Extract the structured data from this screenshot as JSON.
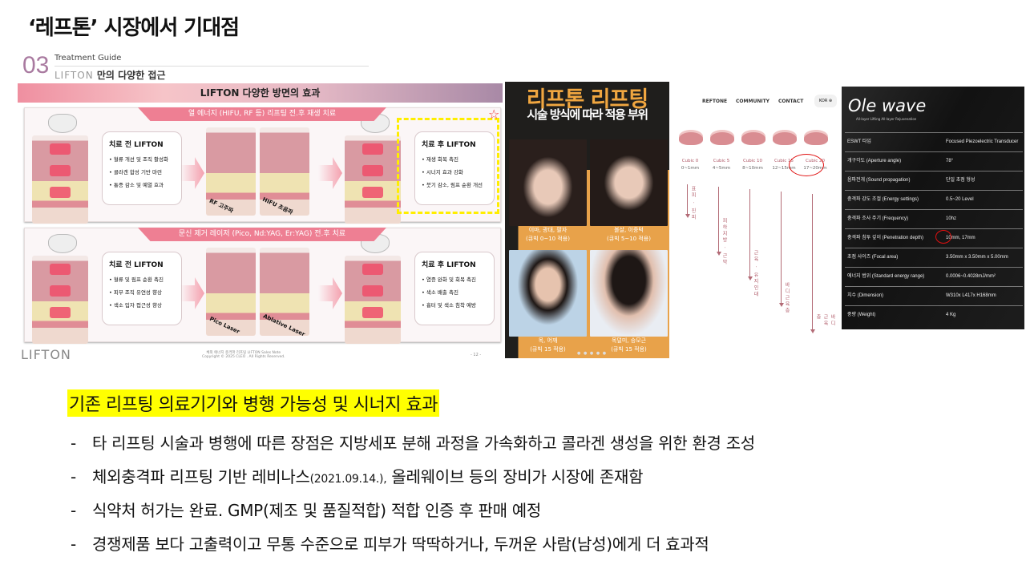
{
  "title": "‘레프톤’ 시장에서 기대점",
  "slide": {
    "num": "03",
    "guide": "Treatment Guide",
    "logo": "LIFTON",
    "subtitle": " 만의 다양한 접근",
    "banner": "LIFTON 다양한 방면의 효과",
    "panel1": {
      "tag": "열 에너지 (HIFU, RF 등) 리프팅 전.후 재생 치료",
      "before_title": "치료 전 LIFTON",
      "before_items": [
        "혈류 개선 및 조직 활성화",
        "콜라겐 합성 기반 마련",
        "통증 감소 및 예열 효과"
      ],
      "label1": "RF 고주파",
      "label2": "HIFU 초음파",
      "after_title": "치료 후 LIFTON",
      "after_items": [
        "재생 회복 촉진",
        "시너지 효과 강화",
        "붓기 감소, 림프 순환 개선"
      ]
    },
    "panel2": {
      "tag": "문신 제거 레이저 (Pico, Nd:YAG, Er:YAG) 전.후 치료",
      "before_title": "치료 전 LIFTON",
      "before_items": [
        "혈류 및 림프 순환 촉진",
        "피부 조직 유연성 향상",
        "색소 입자 접근성 향상"
      ],
      "label1": "Pico Laser",
      "label2": "Ablative Laser",
      "after_title": "치료 후 LIFTON",
      "after_items": [
        "염증 완화 및 회복 촉진",
        "색소 배출 촉진",
        "흉터 및 색소 침착 예방"
      ]
    },
    "footer_logo": "LIFTON",
    "footer_text": "체외 에너지 충격파 리프팅 LIFTON Sales Note\nCopyright © 2025 CLEO . All Rights Reserved.",
    "page": "- 12 -"
  },
  "poster": {
    "title1": "리프톤 리프팅",
    "title2": "시술 방식에 따라 적용 부위",
    "captions": [
      [
        "이마, 광대, 팔자",
        "(큐빅 0~10 적용)"
      ],
      [
        "볼살, 이중턱",
        "(큐빅 5~10 적용)"
      ],
      [
        "목, 어깨",
        "(큐빅 15 적용)"
      ],
      [
        "목덜미, 승모근",
        "(큐빅 15 적용)"
      ]
    ],
    "dots": "● ● ● ● ●"
  },
  "web": {
    "nav": [
      "REFTONE",
      "COMMUNITY",
      "CONTACT"
    ],
    "lang": "KOR",
    "cubics": [
      {
        "name": "Cubic 0",
        "range": "0~1mm",
        "layer": "표피 · 진피"
      },
      {
        "name": "Cubic 5",
        "range": "4~5mm",
        "layer": "피하지방 · 근막"
      },
      {
        "name": "Cubic 10",
        "range": "8~10mm",
        "layer": "근육 · 유지인대"
      },
      {
        "name": "Cubic 15",
        "range": "12~15mm",
        "layer": "바디근육층"
      },
      {
        "name": "Cubic 20",
        "range": "17~20mm",
        "layer": "바디근육층"
      }
    ]
  },
  "ole": {
    "logo": "Ole wave",
    "tagline": "All-layer Lifting All-layer Rejuvenation",
    "rows": [
      [
        "ESWT 타입",
        "Focused Piezoelectric Transducer"
      ],
      [
        "개구각도 (Aperture angle)",
        "78°"
      ],
      [
        "음파전개 (Sound propagation)",
        "단일 초점 형성"
      ],
      [
        "충격파 강도 조절 (Energy settings)",
        "0.5~20 Level"
      ],
      [
        "충격파 조사 주기 (Frequency)",
        "10hz"
      ],
      [
        "충격파 침투 깊이 (Penetration depth)",
        "10mm, 17mm"
      ],
      [
        "초점 사이즈 (Focal area)",
        "3.50mm x 3.50mm x 5.00mm"
      ],
      [
        "에너지 범위 (Standard energy range)",
        "0.0006~0.4028mJ/mm²"
      ],
      [
        "치수 (Dimension)",
        "W310x L417x H168mm"
      ],
      [
        "중량 (Weight)",
        "4 Kg"
      ]
    ]
  },
  "heading": "기존 리프팅 의료기기와 병행 가능성 및 시너지 효과",
  "bullets": [
    {
      "dash": "-",
      "text": "타 리프팅 시술과 병행에 따른 장점은 지방세포 분해 과정을 가속화하고 콜라겐 생성을 위한 환경 조성"
    },
    {
      "dash": "-",
      "text": "체외충격파 리프팅 기반 레비나스",
      "small": "(2021.09.14.),",
      "rest": " 올레웨이브 등의 장비가 시장에 존재함"
    },
    {
      "dash": "-",
      "text": "식약처 허가는 완료. GMP(제조 및 품질적합) 적합 인증 후 판매 예정"
    },
    {
      "dash": "-",
      "text": "경쟁제품 보다 고출력이고 무통 수준으로 피부가 딱딱하거나, 두꺼운 사람(남성)에게 더 효과적"
    }
  ]
}
